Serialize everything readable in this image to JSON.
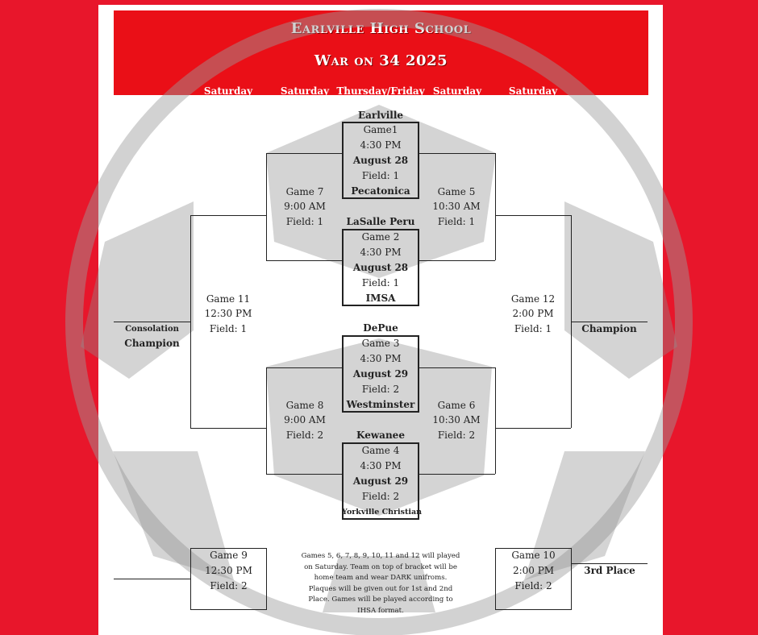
{
  "header": {
    "title": "Earlville High School",
    "subtitle": "War on 34 2025",
    "days": [
      "Saturday",
      "Saturday",
      "Thursday/Friday",
      "Saturday",
      "Saturday"
    ]
  },
  "games": {
    "g1": {
      "team_top": "Earlville",
      "game": "Game1",
      "time": "4:30 PM",
      "date": "August 28",
      "field": "Field: 1",
      "team_bottom": "Pecatonica"
    },
    "g2": {
      "team_top": "LaSalle Peru",
      "game": "Game 2",
      "time": "4:30 PM",
      "date": "August 28",
      "field": "Field: 1",
      "team_bottom": "IMSA"
    },
    "g3": {
      "team_top": "DePue",
      "game": "Game 3",
      "time": "4:30 PM",
      "date": "August 29",
      "field": "Field: 2",
      "team_bottom": "Westminster"
    },
    "g4": {
      "team_top": "Kewanee",
      "game": "Game 4",
      "time": "4:30 PM",
      "date": "August 29",
      "field": "Field: 2",
      "team_bottom": "Yorkville Christian"
    },
    "g5": {
      "game": "Game 5",
      "time": "10:30 AM",
      "field": "Field: 1"
    },
    "g6": {
      "game": "Game 6",
      "time": "10:30 AM",
      "field": "Field: 2"
    },
    "g7": {
      "game": "Game 7",
      "time": "9:00 AM",
      "field": "Field: 1"
    },
    "g8": {
      "game": "Game 8",
      "time": "9:00 AM",
      "field": "Field: 2"
    },
    "g9": {
      "game": "Game 9",
      "time": "12:30 PM",
      "field": "Field: 2"
    },
    "g10": {
      "game": "Game 10",
      "time": "2:00 PM",
      "field": "Field: 2"
    },
    "g11": {
      "game": "Game 11",
      "time": "12:30 PM",
      "field": "Field: 1"
    },
    "g12": {
      "game": "Game 12",
      "time": "2:00 PM",
      "field": "Field: 1"
    }
  },
  "labels": {
    "consolation_line1": "Consolation",
    "consolation_line2": "Champion",
    "champion": "Champion",
    "third_place": "3rd Place"
  },
  "note": "Games 5, 6, 7, 8, 9, 10, 11 and 12 will played on Saturday.  Team on top of bracket will be home team and wear DARK unifroms.  Plaques will be given out for 1st and 2nd Place.  Games will be played according to IHSA format.",
  "colors": {
    "background": "#e8162b",
    "banner": "#ea0f17",
    "watermark": "#c8c8c8"
  }
}
